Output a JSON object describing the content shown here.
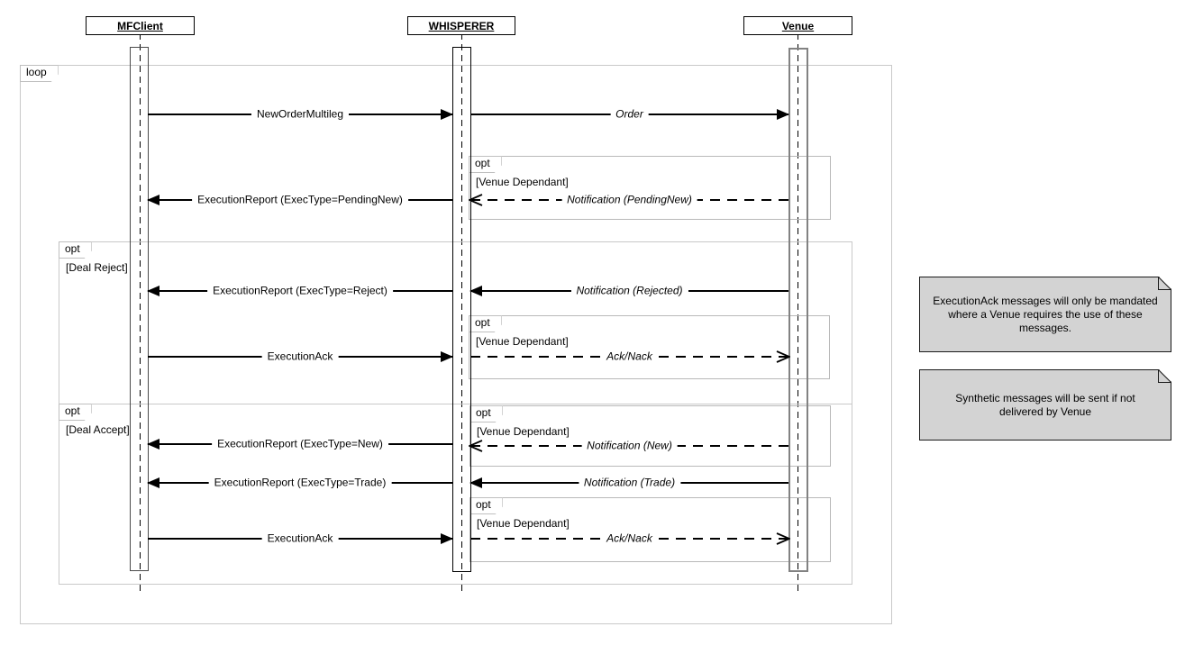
{
  "diagram": {
    "participants": [
      {
        "name": "MFClient"
      },
      {
        "name": "WHISPERER"
      },
      {
        "name": "Venue"
      }
    ],
    "loop": {
      "label": "loop"
    },
    "frames": [
      {
        "label": "opt",
        "guard": "[Venue Dependant]"
      },
      {
        "label": "opt",
        "guard": "[Deal Reject]"
      },
      {
        "label": "opt",
        "guard": "[Venue Dependant]"
      },
      {
        "label": "opt",
        "guard": "[Deal Accept]"
      },
      {
        "label": "opt",
        "guard": "[Venue Dependant]"
      },
      {
        "label": "opt",
        "guard": "[Venue Dependant]"
      }
    ],
    "messages": [
      {
        "label": "NewOrderMultileg",
        "from": "MFClient",
        "to": "WHISPERER",
        "line": "solid",
        "arrow": "filled"
      },
      {
        "label": "Order",
        "from": "WHISPERER",
        "to": "Venue",
        "line": "solid",
        "arrow": "filled"
      },
      {
        "label": "Notification (PendingNew)",
        "from": "Venue",
        "to": "WHISPERER",
        "line": "dashed",
        "arrow": "open"
      },
      {
        "label": "ExecutionReport (ExecType=PendingNew)",
        "from": "WHISPERER",
        "to": "MFClient",
        "line": "solid",
        "arrow": "filled"
      },
      {
        "label": "Notification (Rejected)",
        "from": "Venue",
        "to": "WHISPERER",
        "line": "solid",
        "arrow": "filled"
      },
      {
        "label": "ExecutionReport (ExecType=Reject)",
        "from": "WHISPERER",
        "to": "MFClient",
        "line": "solid",
        "arrow": "filled"
      },
      {
        "label": "Ack/Nack",
        "from": "WHISPERER",
        "to": "Venue",
        "line": "dashed",
        "arrow": "open"
      },
      {
        "label": "ExecutionAck",
        "from": "MFClient",
        "to": "WHISPERER",
        "line": "solid",
        "arrow": "filled"
      },
      {
        "label": "Notification (New)",
        "from": "Venue",
        "to": "WHISPERER",
        "line": "dashed",
        "arrow": "open"
      },
      {
        "label": "ExecutionReport (ExecType=New)",
        "from": "WHISPERER",
        "to": "MFClient",
        "line": "solid",
        "arrow": "filled"
      },
      {
        "label": "Notification (Trade)",
        "from": "Venue",
        "to": "WHISPERER",
        "line": "solid",
        "arrow": "filled"
      },
      {
        "label": "ExecutionReport (ExecType=Trade)",
        "from": "WHISPERER",
        "to": "MFClient",
        "line": "solid",
        "arrow": "filled"
      },
      {
        "label": "Ack/Nack",
        "from": "WHISPERER",
        "to": "Venue",
        "line": "dashed",
        "arrow": "open"
      },
      {
        "label": "ExecutionAck",
        "from": "MFClient",
        "to": "WHISPERER",
        "line": "solid",
        "arrow": "filled"
      }
    ],
    "notes": [
      {
        "text": "ExecutionAck messages will only be mandated where a Venue requires the use of these messages."
      },
      {
        "text": "Synthetic messages will be sent if not delivered by Venue"
      }
    ],
    "colors": {
      "frame_border": "#c9c9c9",
      "opt_border": "#b9b9b9",
      "note_bg": "#d3d3d3",
      "line": "#000000"
    }
  }
}
